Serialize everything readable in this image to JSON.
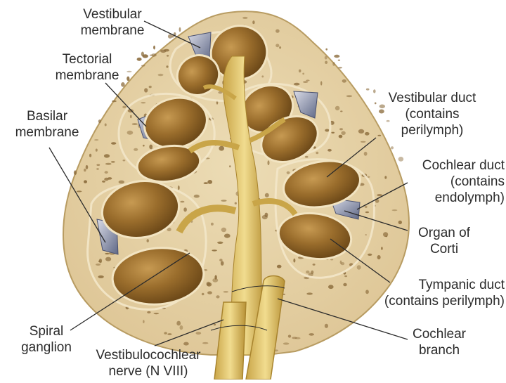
{
  "labels": {
    "vestibular_membrane": [
      "Vestibular",
      "membrane"
    ],
    "tectorial_membrane": [
      "Tectorial",
      "membrane"
    ],
    "basilar_membrane": [
      "Basilar",
      "membrane"
    ],
    "vestibular_duct": [
      "Vestibular duct",
      "(contains",
      "perilymph)"
    ],
    "cochlear_duct": [
      "Cochlear duct",
      "(contains",
      "endolymph)"
    ],
    "organ_of_corti": [
      "Organ of",
      "Corti"
    ],
    "tympanic_duct": [
      "Tympanic duct",
      "(contains perilymph)"
    ],
    "spiral_ganglion": [
      "Spiral",
      "ganglion"
    ],
    "vestibulocochlear_nerve": [
      "Vestibulocochlear",
      "nerve (N VIII)"
    ],
    "cochlear_branch": [
      "Cochlear",
      "branch"
    ]
  },
  "colors": {
    "bone": "#e5d2a6",
    "bone_pore": "#8a6a3a",
    "duct_fill": "#8f6526",
    "duct_highlight": "#e9d5a8",
    "membrane_blue": "#7f88a6",
    "nerve": "#e4c66c",
    "nerve_dark": "#a8842e",
    "leader": "#2b2b2b"
  }
}
